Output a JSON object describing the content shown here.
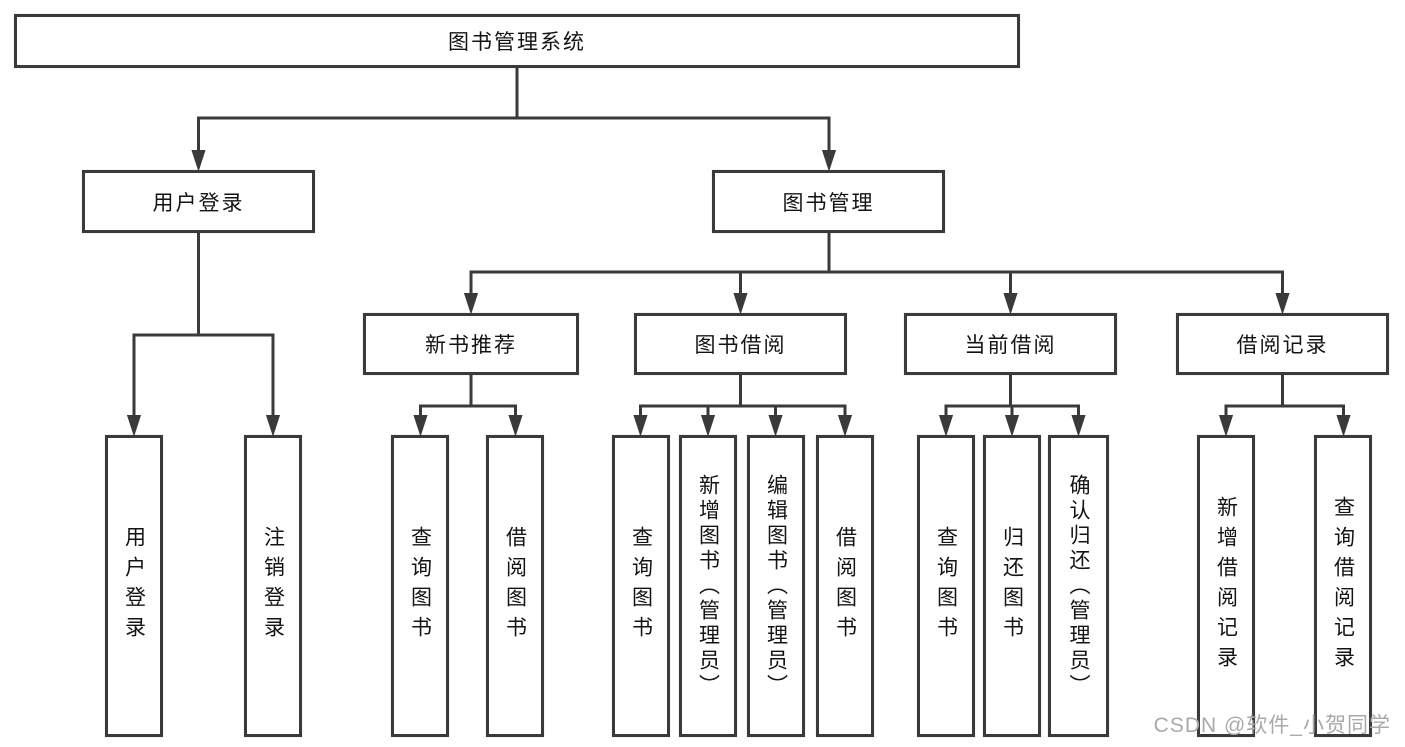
{
  "diagram": {
    "type": "hierarchy",
    "colors": {
      "line": "#3a3a3a",
      "box_border": "#3a3a3a",
      "box_bg": "#ffffff",
      "text": "#141414",
      "watermark": "#a9a9a9"
    },
    "nodes": {
      "root": {
        "label": "图书管理系统"
      },
      "user_login": {
        "label": "用户登录"
      },
      "book_mgmt": {
        "label": "图书管理"
      },
      "new_book_rec": {
        "label": "新书推荐"
      },
      "book_borrow": {
        "label": "图书借阅"
      },
      "current_borrow": {
        "label": "当前借阅"
      },
      "borrow_record": {
        "label": "借阅记录"
      },
      "leaf_user_login": {
        "label": "用户登录"
      },
      "leaf_logout": {
        "label": "注销登录"
      },
      "leaf_nb_query": {
        "label": "查询图书"
      },
      "leaf_nb_borrow": {
        "label": "借阅图书"
      },
      "leaf_bb_query": {
        "label": "查询图书"
      },
      "leaf_bb_add": {
        "label": "新增图书（管理员）"
      },
      "leaf_bb_edit": {
        "label": "编辑图书（管理员）"
      },
      "leaf_bb_borrow": {
        "label": "借阅图书"
      },
      "leaf_cb_query": {
        "label": "查询图书"
      },
      "leaf_cb_return": {
        "label": "归还图书"
      },
      "leaf_cb_confirm": {
        "label": "确认归还（管理员）"
      },
      "leaf_br_add": {
        "label": "新增借阅记录"
      },
      "leaf_br_query": {
        "label": "查询借阅记录"
      }
    },
    "structure": {
      "图书管理系统": {
        "用户登录": [
          "用户登录",
          "注销登录"
        ],
        "图书管理": {
          "新书推荐": [
            "查询图书",
            "借阅图书"
          ],
          "图书借阅": [
            "查询图书",
            "新增图书（管理员）",
            "编辑图书（管理员）",
            "借阅图书"
          ],
          "当前借阅": [
            "查询图书",
            "归还图书",
            "确认归还（管理员）"
          ],
          "借阅记录": [
            "新增借阅记录",
            "查询借阅记录"
          ]
        }
      }
    }
  },
  "watermark": {
    "text": "CSDN @软件_小贺同学"
  }
}
